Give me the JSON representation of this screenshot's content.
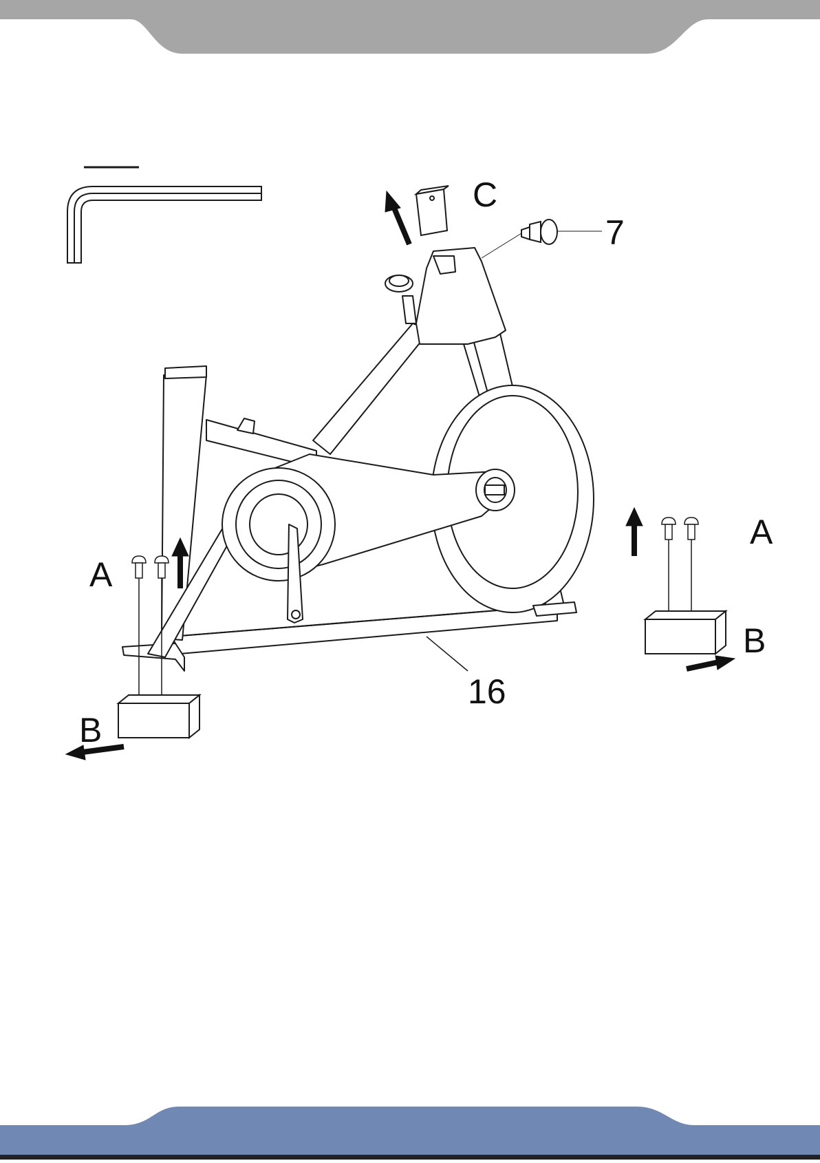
{
  "labels": {
    "part_c": "C",
    "part_7": "7",
    "part_a_left": "A",
    "part_a_right": "A",
    "part_b_left": "B",
    "part_b_right": "B",
    "part_16": "16"
  },
  "colors": {
    "header_band": "#a6a6a6",
    "footer_band": "#7088b4",
    "line": "#1a1a1a"
  },
  "icons": {
    "tool": "allen-key-icon",
    "arrow": "arrow-icon",
    "bolt": "bolt-icon"
  }
}
